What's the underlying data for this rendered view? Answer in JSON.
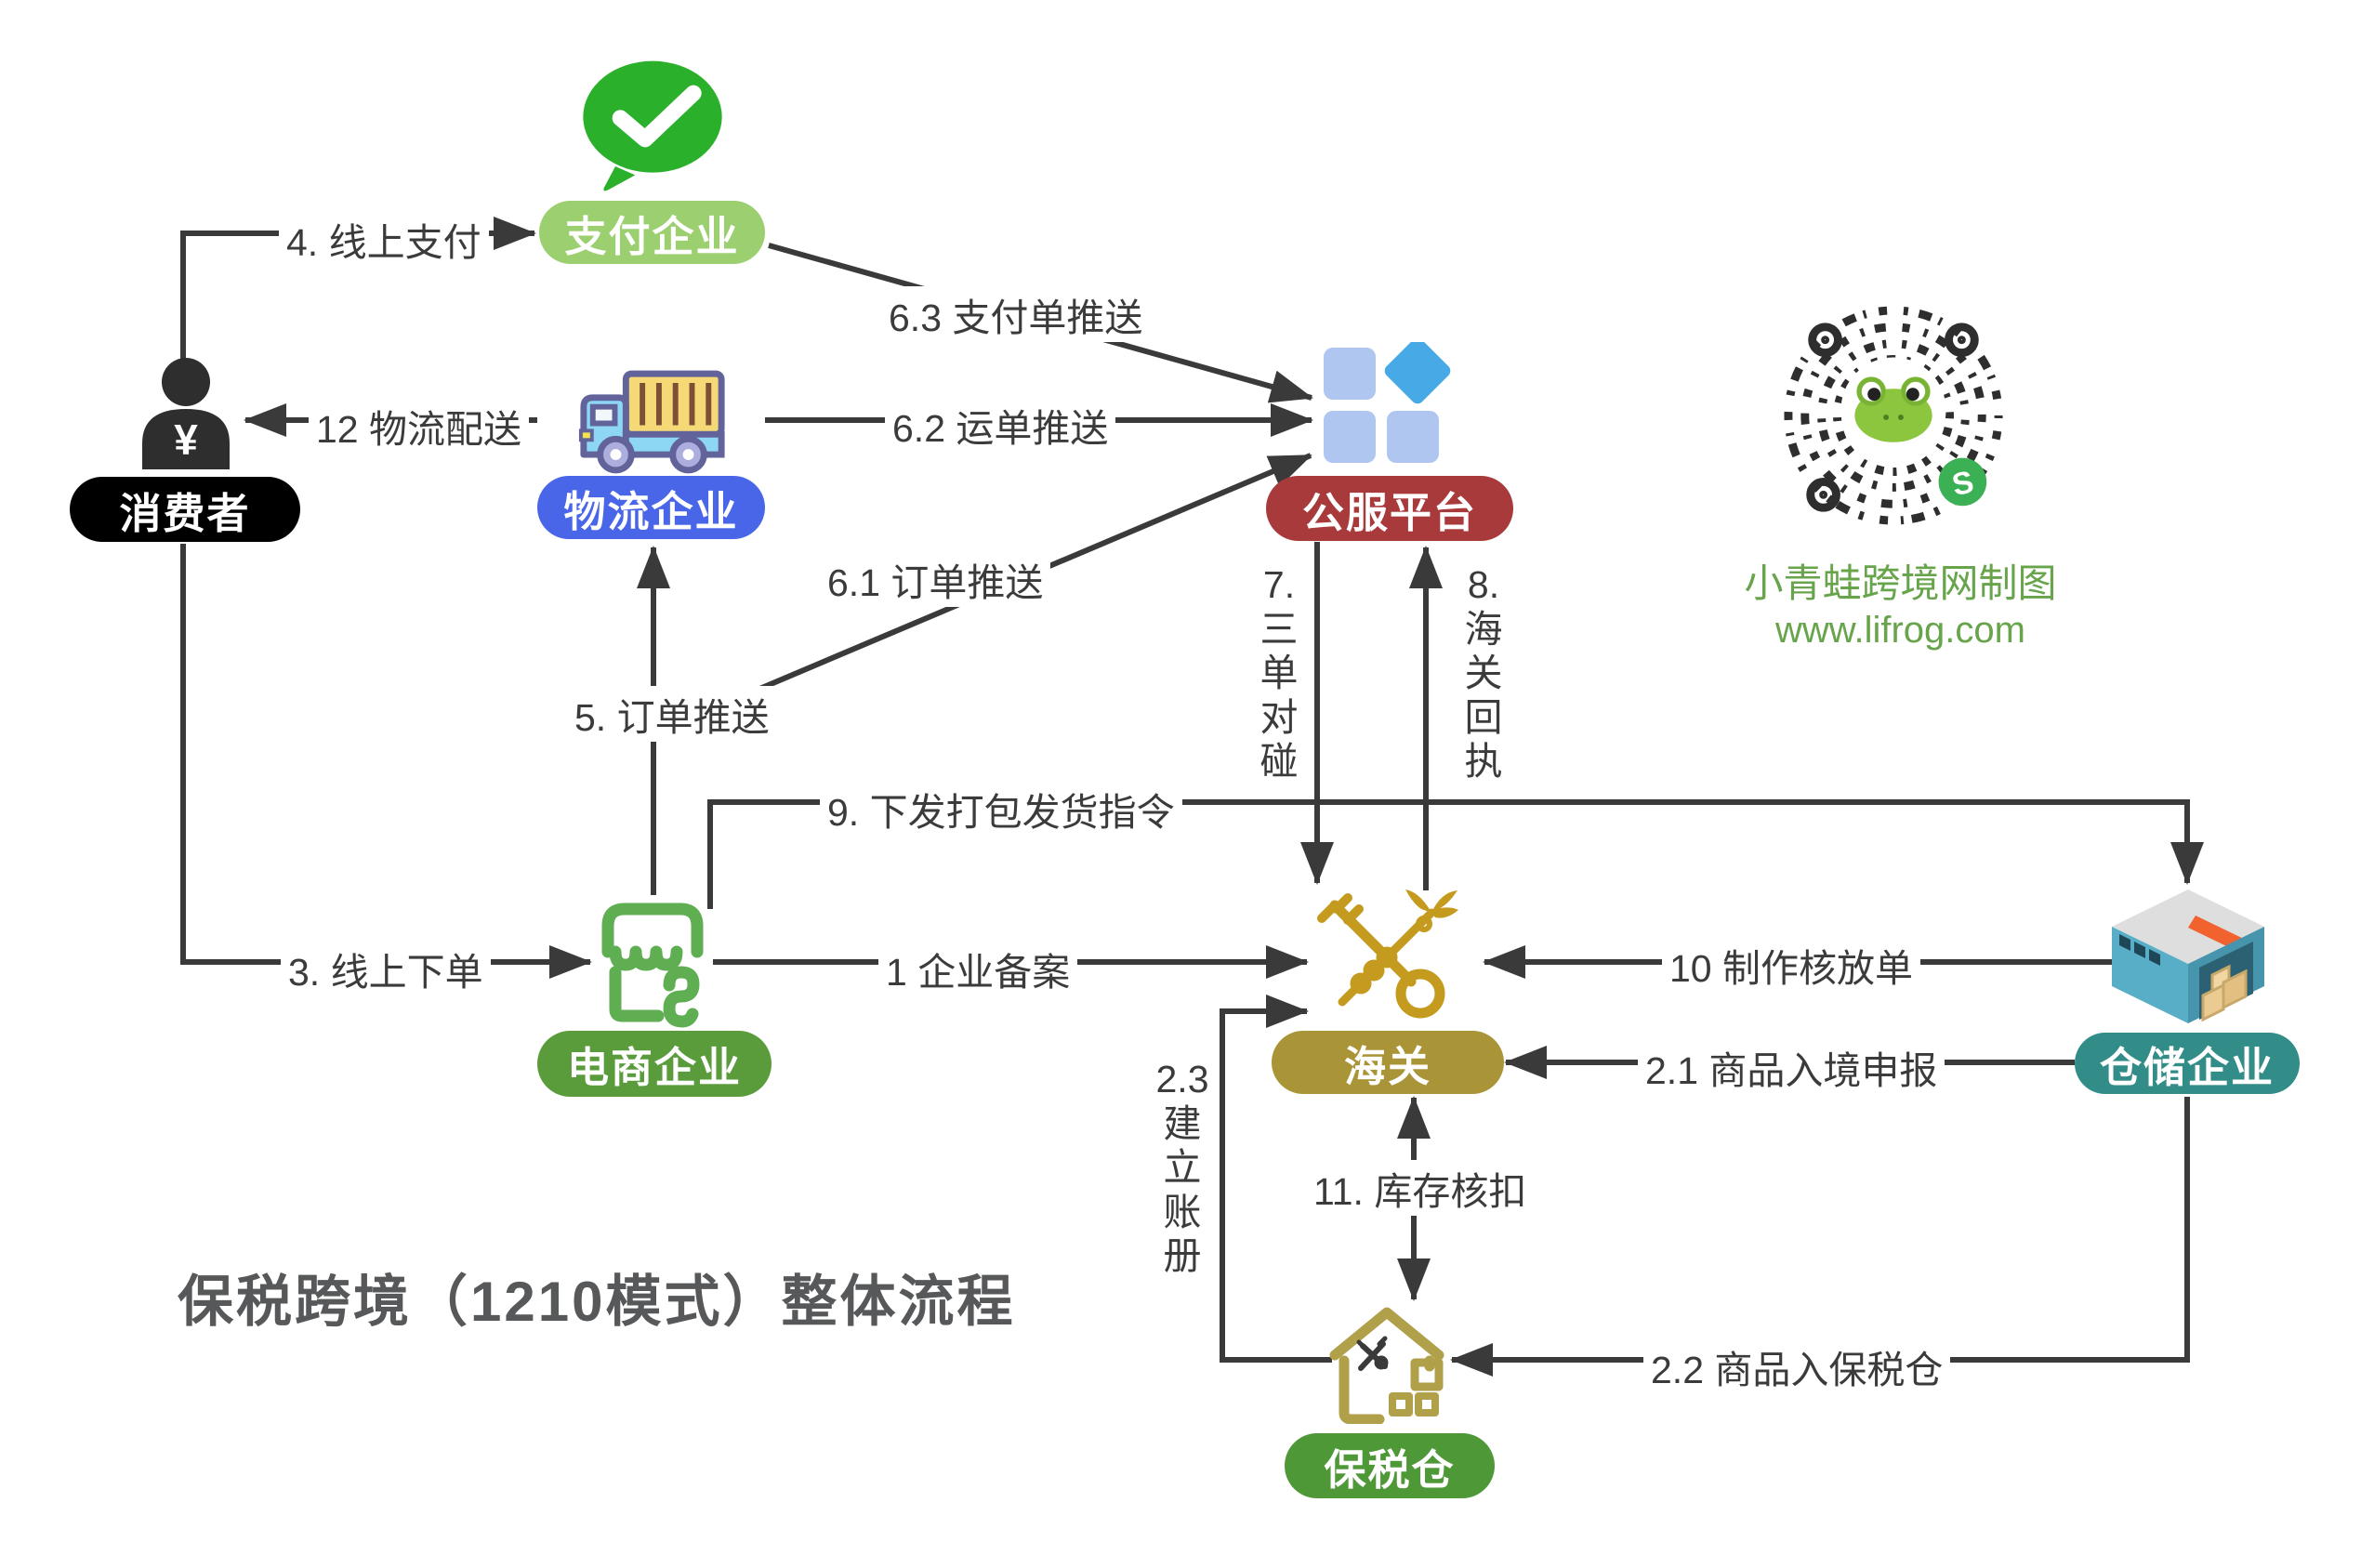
{
  "title": "保税跨境（1210模式）整体流程",
  "watermark": {
    "line1": "小青蛙跨境网制图",
    "line2": "www.lifrog.com",
    "badge_letter": "S"
  },
  "nodes": {
    "consumer": {
      "label": "消费者",
      "color": "#000000",
      "icon": "person-yen-icon",
      "symbol": "¥"
    },
    "payment": {
      "label": "支付企业",
      "color": "#9CCF6F",
      "icon": "wechat-pay-icon"
    },
    "logistics": {
      "label": "物流企业",
      "color": "#4A66E8",
      "icon": "truck-icon"
    },
    "platform": {
      "label": "公服平台",
      "color": "#A83A3C",
      "icon": "app-squares-icon"
    },
    "ecommerce": {
      "label": "电商企业",
      "color": "#5A9C3C",
      "icon": "storefront-icon"
    },
    "customs": {
      "label": "海关",
      "color": "#A99537",
      "icon": "customs-emblem-icon"
    },
    "warehouse": {
      "label": "仓储企业",
      "color": "#328C87",
      "icon": "warehouse-icon"
    },
    "bonded": {
      "label": "保税仓",
      "color": "#4F9838",
      "icon": "bonded-house-icon"
    }
  },
  "flows": {
    "f1": "1 企业备案",
    "f21": "2.1 商品入境申报",
    "f22": "2.2 商品入保税仓",
    "f23": "2.3\n建\n立\n账\n册",
    "f3": "3. 线上下单",
    "f4": "4. 线上支付",
    "f5": "5. 订单推送",
    "f61": "6.1 订单推送",
    "f62": "6.2 运单推送",
    "f63": "6.3 支付单推送",
    "f7": "7.\n三\n单\n对\n碰",
    "f8": "8.\n海\n关\n回\n执",
    "f9": "9. 下发打包发货指令",
    "f10": "10 制作核放单",
    "f11": "11. 库存核扣",
    "f12": "12 物流配送"
  },
  "colors": {
    "connector": "#3A3A3A",
    "flow_label_text": "#3B3B3B",
    "title_text": "#57585A",
    "watermark_text": "#68A44C"
  }
}
